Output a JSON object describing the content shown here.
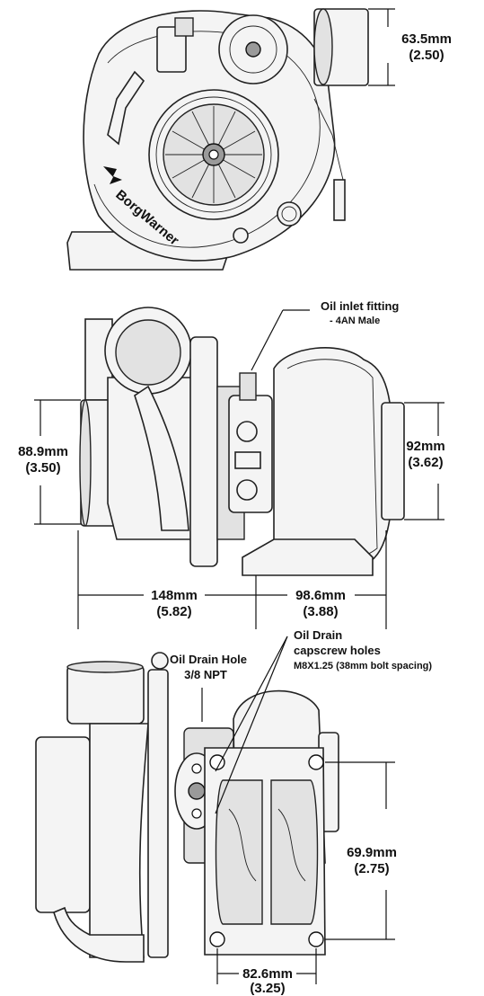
{
  "top_view": {
    "outlet_dim_mm": "63.5mm",
    "outlet_dim_in": "(2.50)",
    "brand_mark": "BorgWarner"
  },
  "side_view": {
    "oil_inlet_title": "Oil inlet fitting",
    "oil_inlet_sub": "- 4AN Male",
    "compressor_inlet_mm": "88.9mm",
    "compressor_inlet_in": "(3.50)",
    "turbine_outlet_mm": "92mm",
    "turbine_outlet_in": "(3.62)",
    "overall_left_mm": "148mm",
    "overall_left_in": "(5.82)",
    "overall_right_mm": "98.6mm",
    "overall_right_in": "(3.88)"
  },
  "bottom_view": {
    "drain_hole_title": "Oil Drain Hole",
    "drain_hole_sub": "3/8 NPT",
    "drain_capscrew_title": "Oil Drain",
    "drain_capscrew_line2": "capscrew holes",
    "drain_capscrew_spec": "M8X1.25 (38mm bolt spacing)",
    "flange_height_mm": "69.9mm",
    "flange_height_in": "(2.75)",
    "flange_width_mm": "82.6mm",
    "flange_width_in": "(3.25)"
  }
}
